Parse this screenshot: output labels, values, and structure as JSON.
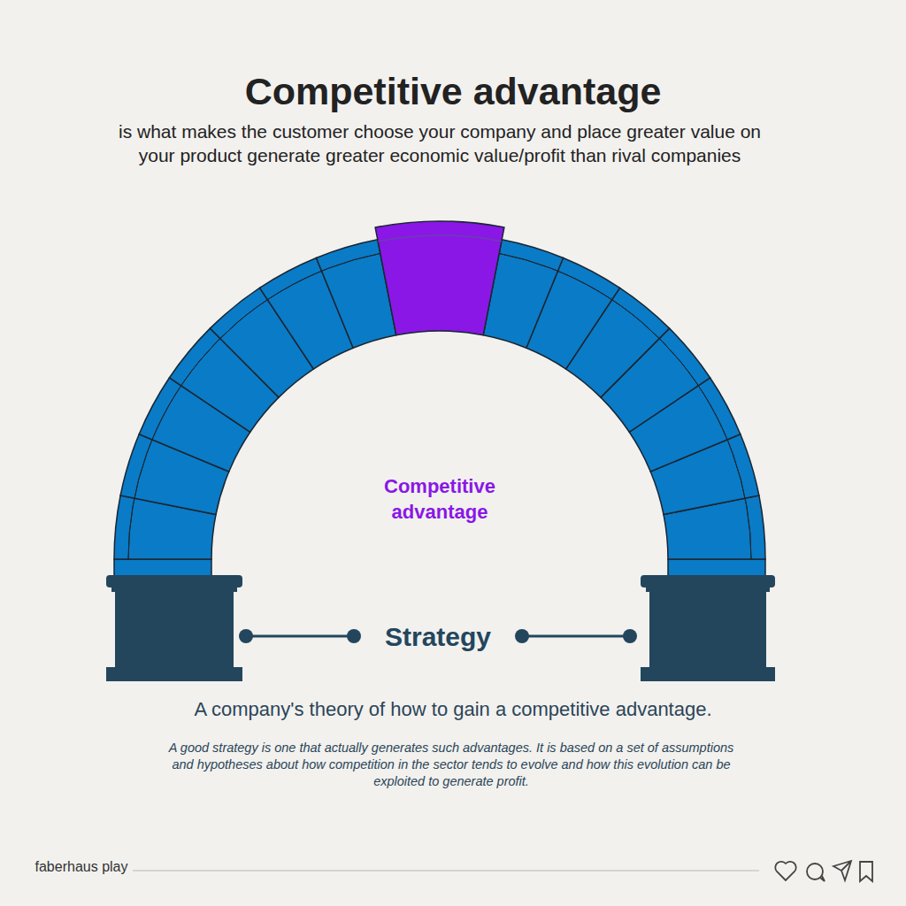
{
  "diagram": {
    "title": "Competitive advantage",
    "caption": "A company's theory of how to gain a competitive advantage.",
    "labels": [
      "is what makes the customer choose your company and place greater value on your product generate greater economic value/profit than rival companies",
      "Competitive advantage",
      "Strategy",
      "A good strategy is one that actually generates such advantages. It is based on a set of assumptions and hypotheses about how competition in the sector tends to evolve and how this evolution can be exploited to generate profit.",
      "faberhaus play"
    ]
  }
}
